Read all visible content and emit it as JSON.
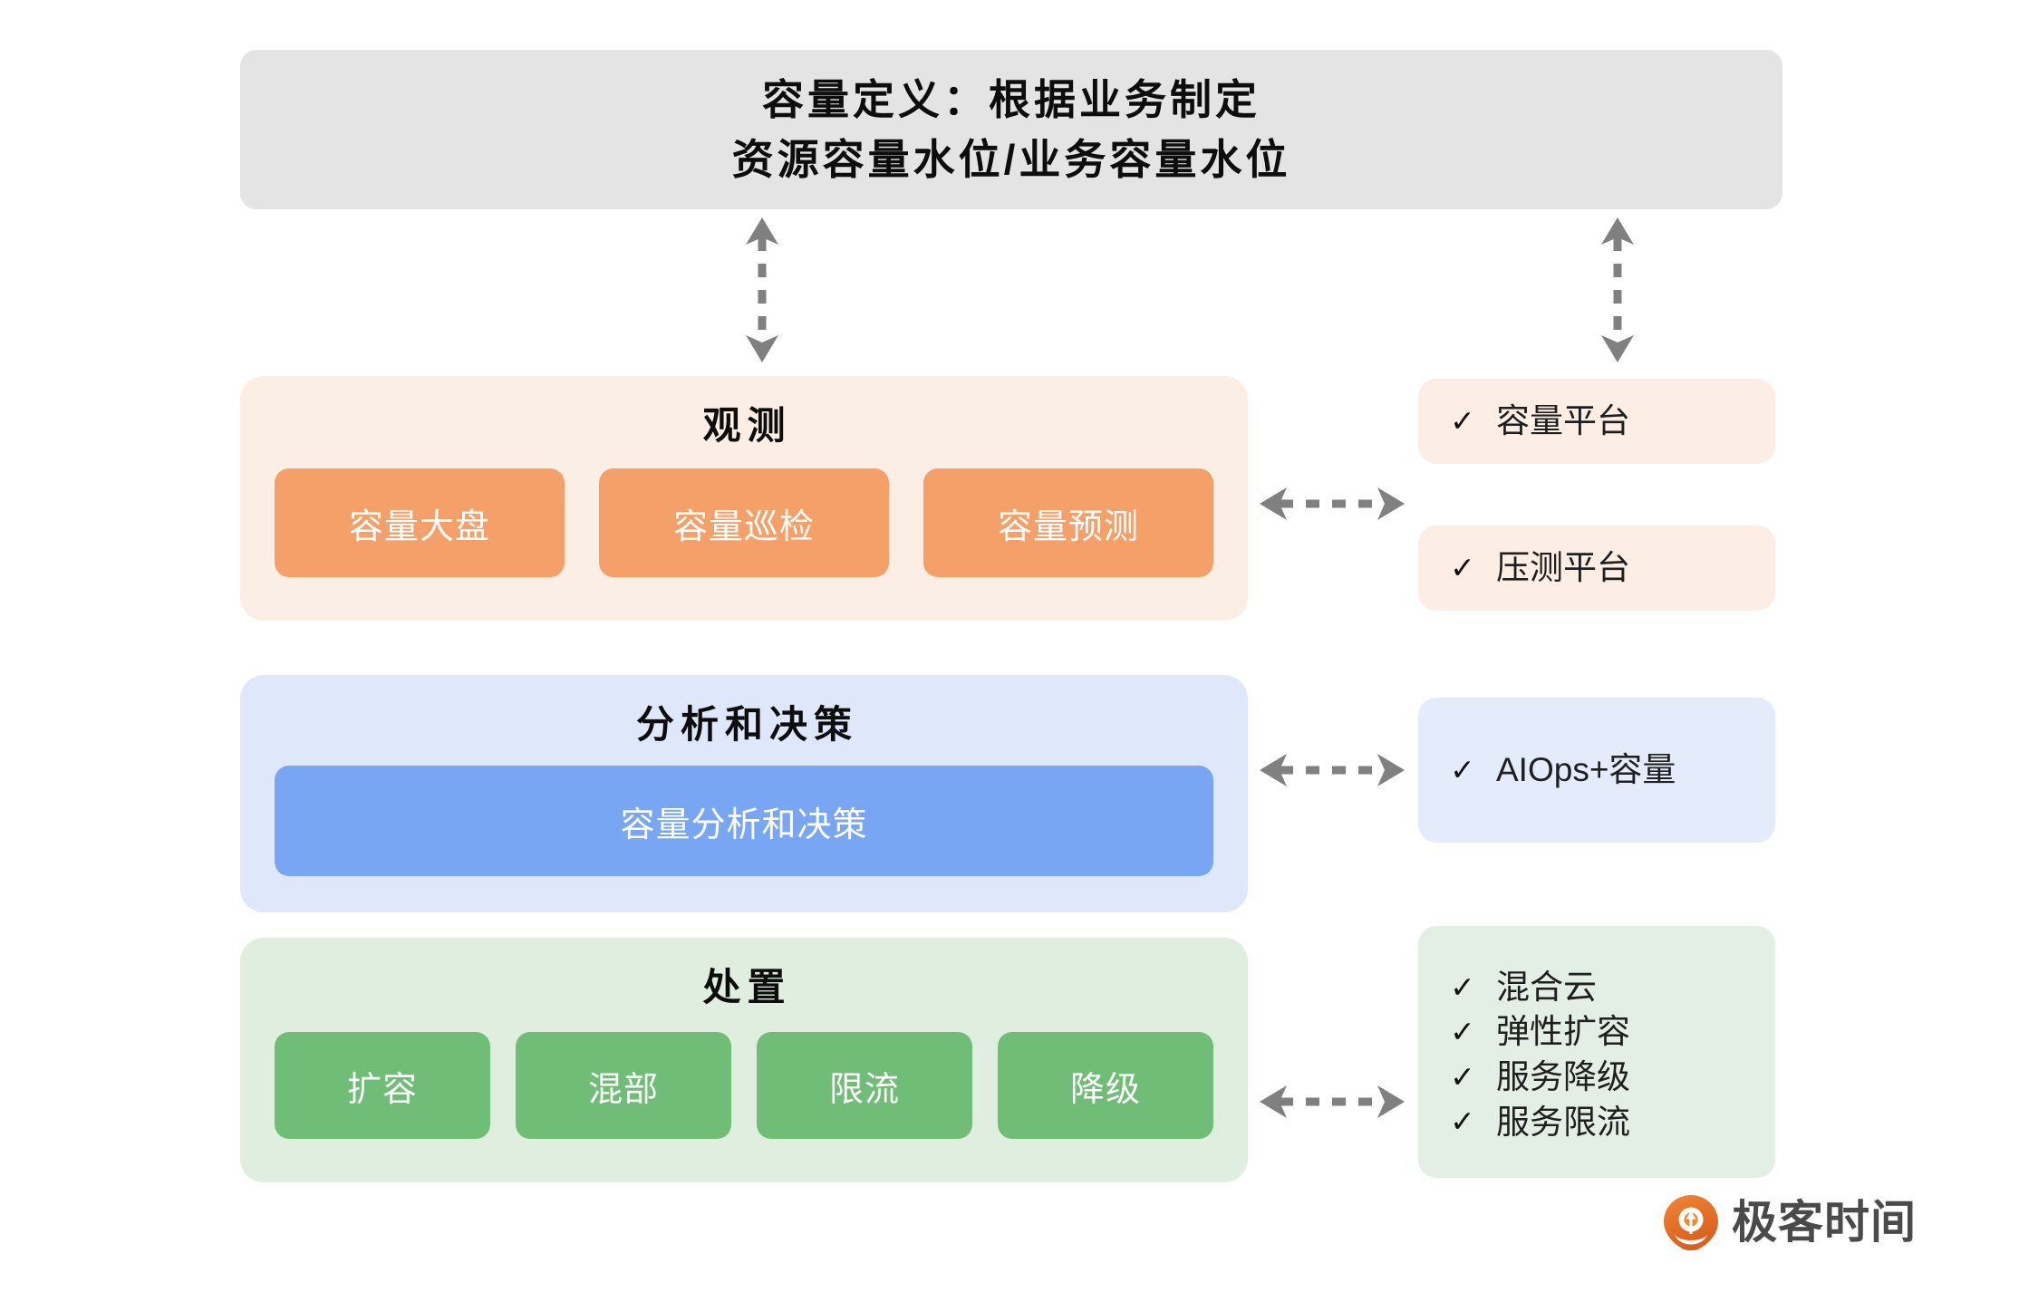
{
  "header": {
    "line1": "容量定义：根据业务制定",
    "line2": "资源容量水位/业务容量水位"
  },
  "stages": [
    {
      "title": "观测",
      "chips": [
        "容量大盘",
        "容量巡检",
        "容量预测"
      ],
      "panel_color": "#fbeee4",
      "chip_color": "#f4a068"
    },
    {
      "title": "分析和决策",
      "chips": [
        "容量分析和决策"
      ],
      "panel_color": "#dfe8fb",
      "chip_color": "#79a6f2"
    },
    {
      "title": "处置",
      "chips": [
        "扩容",
        "混部",
        "限流",
        "降级"
      ],
      "panel_color": "#e0eee0",
      "chip_color": "#6fbd77"
    }
  ],
  "side_cards": {
    "capacity_platform": {
      "check": "✓",
      "label": "容量平台",
      "color": "#fceee4"
    },
    "stress_platform": {
      "check": "✓",
      "label": "压测平台",
      "color": "#fceee4"
    },
    "aiops": {
      "check": "✓",
      "label": "AIOps+容量",
      "color": "#e4ecfb"
    },
    "handle_items": [
      {
        "check": "✓",
        "label": "混合云"
      },
      {
        "check": "✓",
        "label": "弹性扩容"
      },
      {
        "check": "✓",
        "label": "服务降级"
      },
      {
        "check": "✓",
        "label": "服务限流"
      }
    ]
  },
  "brand": {
    "name": "极客时间",
    "mark_color": "#ea6f24"
  },
  "arrow_color": "#808080"
}
